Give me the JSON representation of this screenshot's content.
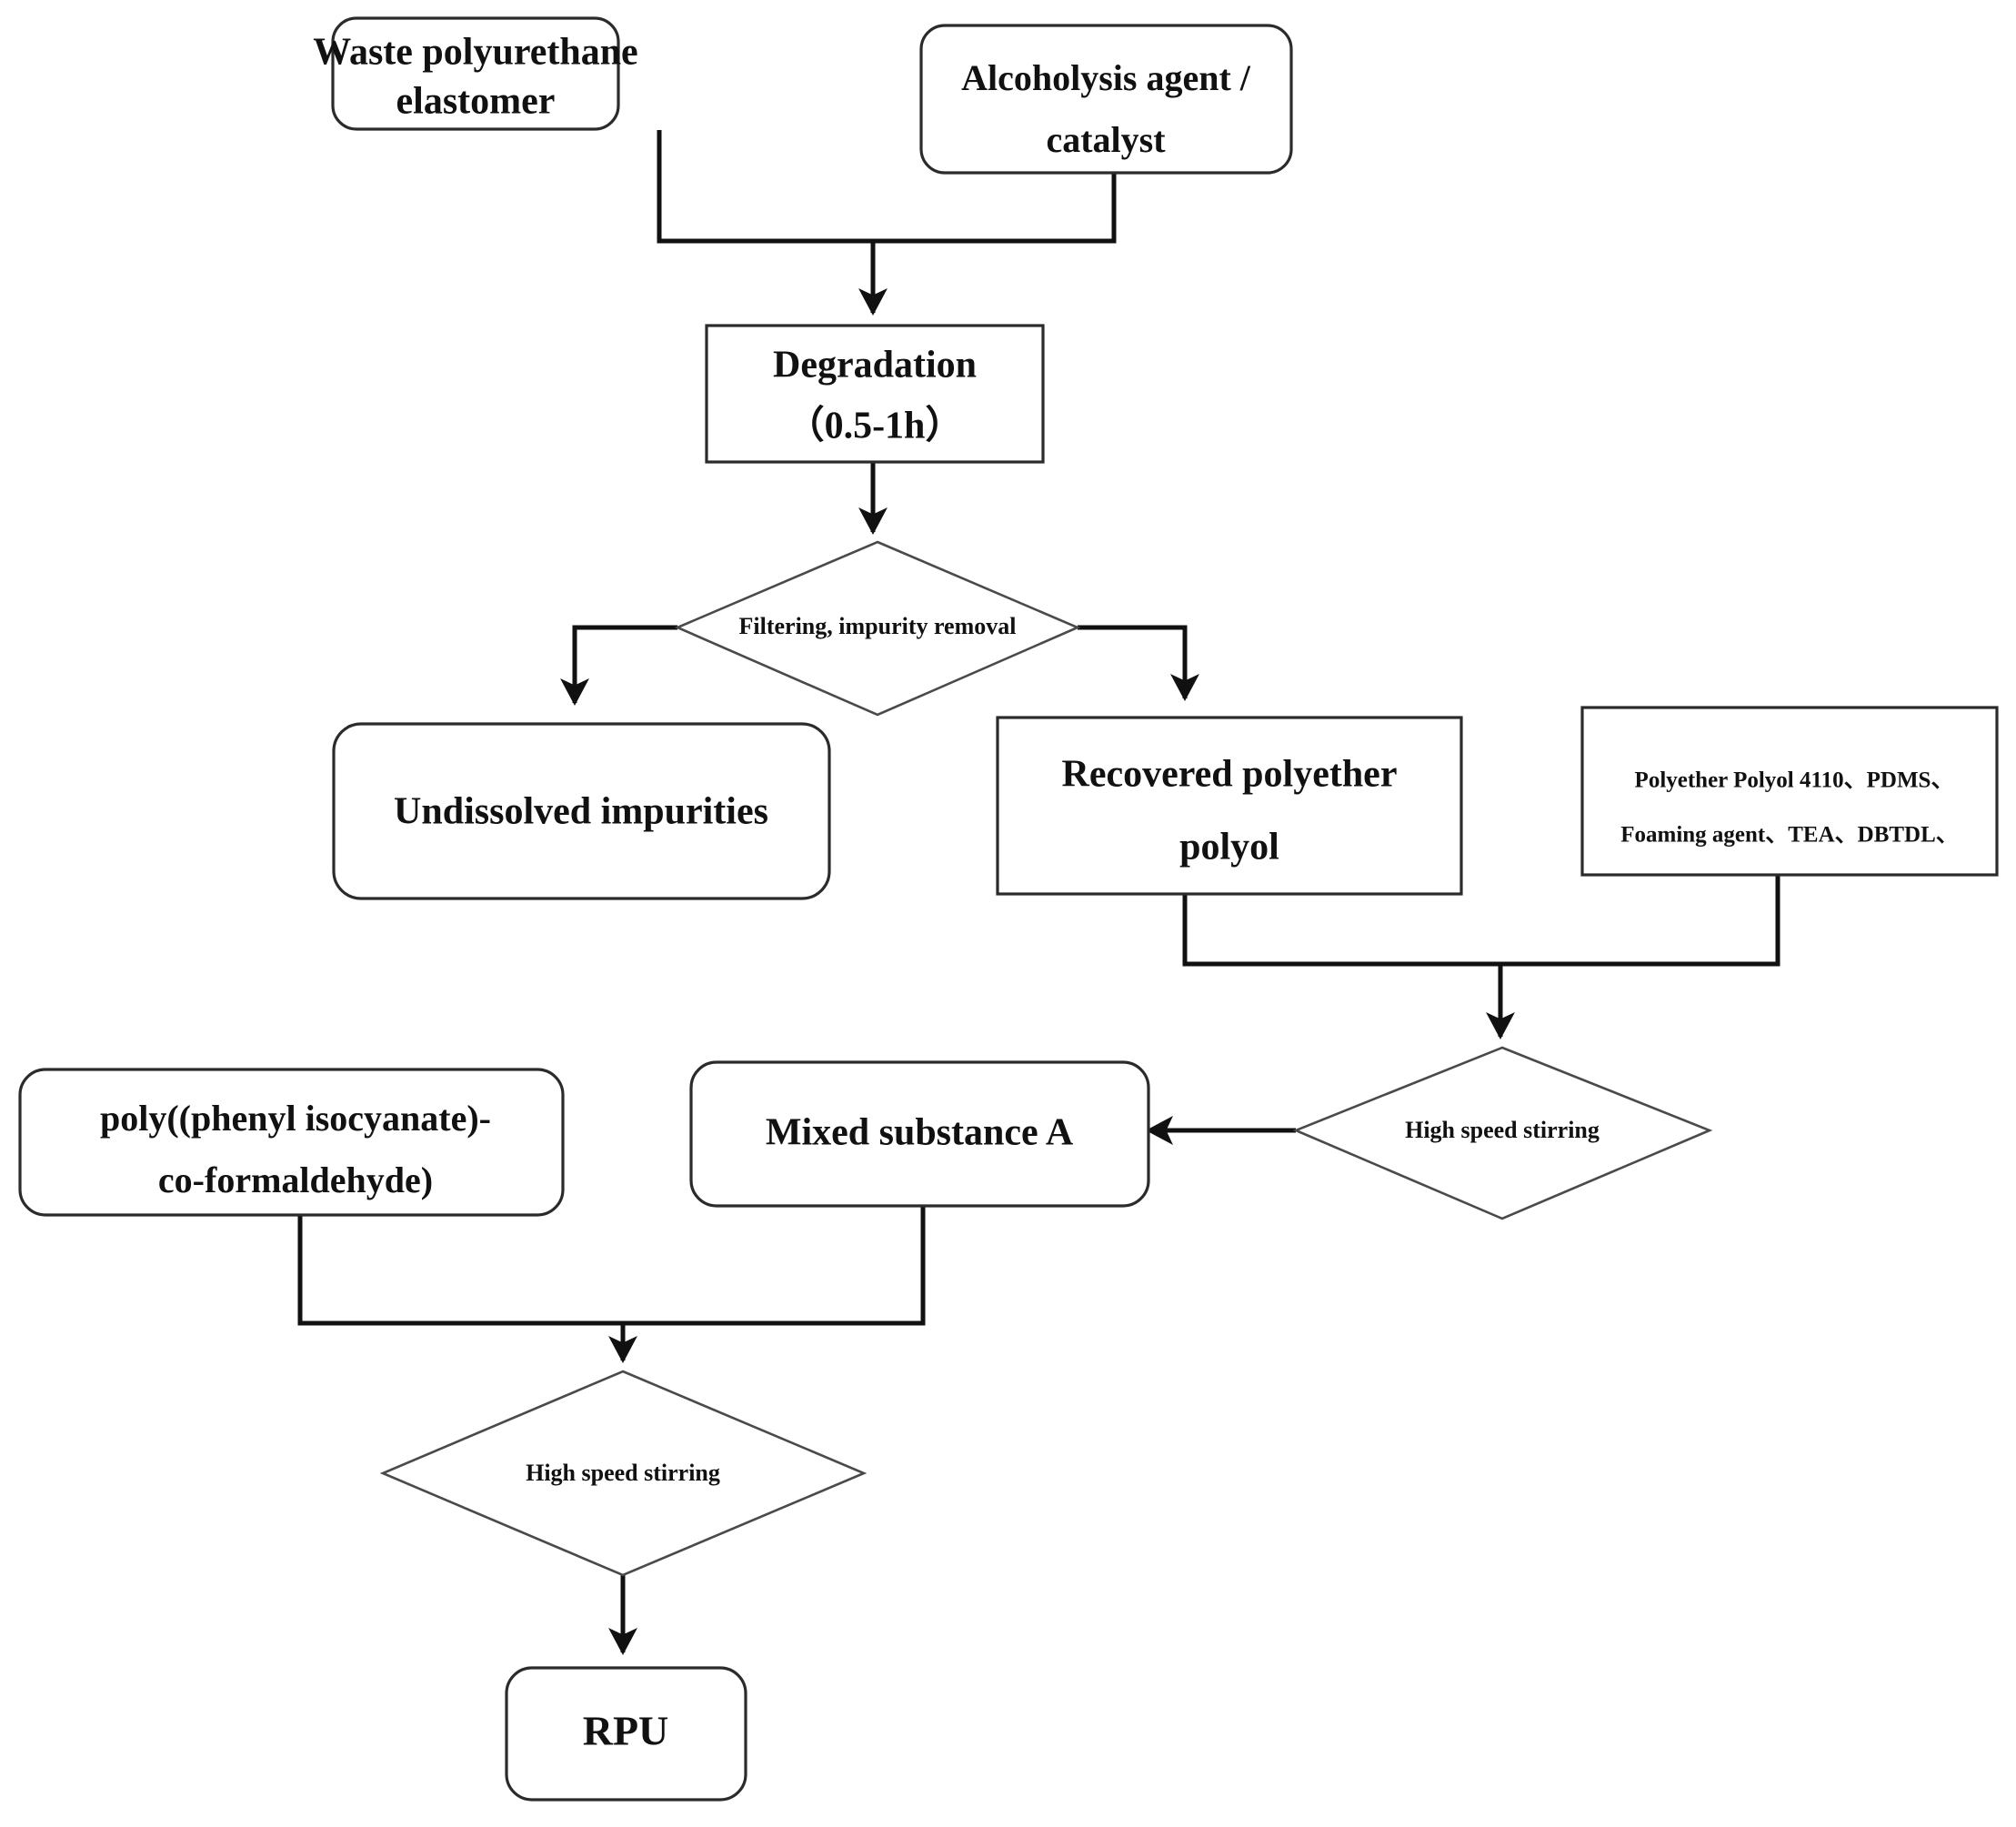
{
  "diagram": {
    "title": "Waste polyurethane elastomer chemical recycling flowchart",
    "type": "process-flowchart",
    "colors": {
      "background": "#ffffff",
      "node_stroke": "#2b2b2b",
      "diamond_stroke": "#4a4a4a",
      "connector": "#111111",
      "text": "#111111"
    },
    "nodes": {
      "waste_pu": {
        "shape": "rounded-rect",
        "line1": "Waste polyurethane",
        "line2": "elastomer"
      },
      "alcoholysis": {
        "shape": "rounded-rect",
        "line1": "Alcoholysis agent /",
        "line2": "catalyst"
      },
      "degradation": {
        "shape": "rect",
        "line1": "Degradation",
        "line2": "（0.5-1h）"
      },
      "filtering": {
        "shape": "diamond",
        "label": "Filtering, impurity removal"
      },
      "undissolved": {
        "shape": "rounded-rect",
        "label": "Undissolved impurities"
      },
      "recovered_polyol": {
        "shape": "rect",
        "line1": "Recovered polyether",
        "line2": "polyol"
      },
      "additives": {
        "shape": "rect",
        "line1": "Polyether Polyol 4110、PDMS、",
        "line2": "Foaming agent、TEA、DBTDL、"
      },
      "stirring_right": {
        "shape": "diamond",
        "label": "High speed stirring"
      },
      "mixed_a": {
        "shape": "rounded-rect",
        "label": "Mixed substance A"
      },
      "isocyanate": {
        "shape": "rounded-rect",
        "line1": "poly((phenyl isocyanate)-",
        "line2": "co-formaldehyde)"
      },
      "stirring_bottom": {
        "shape": "diamond",
        "label": "High speed stirring"
      },
      "rpu": {
        "shape": "rounded-rect",
        "label": "RPU"
      }
    },
    "edges": [
      {
        "from": "waste_pu",
        "to": "degradation",
        "style": "elbow-merge"
      },
      {
        "from": "alcoholysis",
        "to": "degradation",
        "style": "elbow-merge"
      },
      {
        "from": "degradation",
        "to": "filtering",
        "style": "straight-down"
      },
      {
        "from": "filtering",
        "to": "undissolved",
        "style": "elbow-left-down"
      },
      {
        "from": "filtering",
        "to": "recovered_polyol",
        "style": "elbow-right-down"
      },
      {
        "from": "recovered_polyol",
        "to": "stirring_right",
        "style": "elbow-merge"
      },
      {
        "from": "additives",
        "to": "stirring_right",
        "style": "elbow-merge"
      },
      {
        "from": "stirring_right",
        "to": "mixed_a",
        "style": "straight-left"
      },
      {
        "from": "mixed_a",
        "to": "stirring_bottom",
        "style": "elbow-merge"
      },
      {
        "from": "isocyanate",
        "to": "stirring_bottom",
        "style": "elbow-merge"
      },
      {
        "from": "stirring_bottom",
        "to": "rpu",
        "style": "straight-down"
      }
    ]
  }
}
